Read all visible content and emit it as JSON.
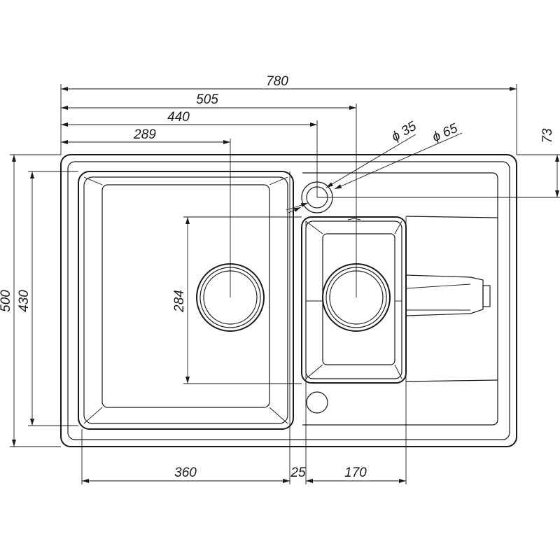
{
  "dimensions": {
    "overall_width": "780",
    "right_drain_offset": "505",
    "tap_hole_offset": "440",
    "left_drain_offset": "289",
    "top_tap_offset": "73",
    "tap_hole_diameter": "ϕ 35",
    "tap_ring_diameter": "ϕ 65",
    "overall_height": "500",
    "main_bowl_height": "430",
    "small_bowl_height": "284",
    "main_bowl_width": "360",
    "divider_width": "25",
    "small_bowl_width": "170"
  }
}
